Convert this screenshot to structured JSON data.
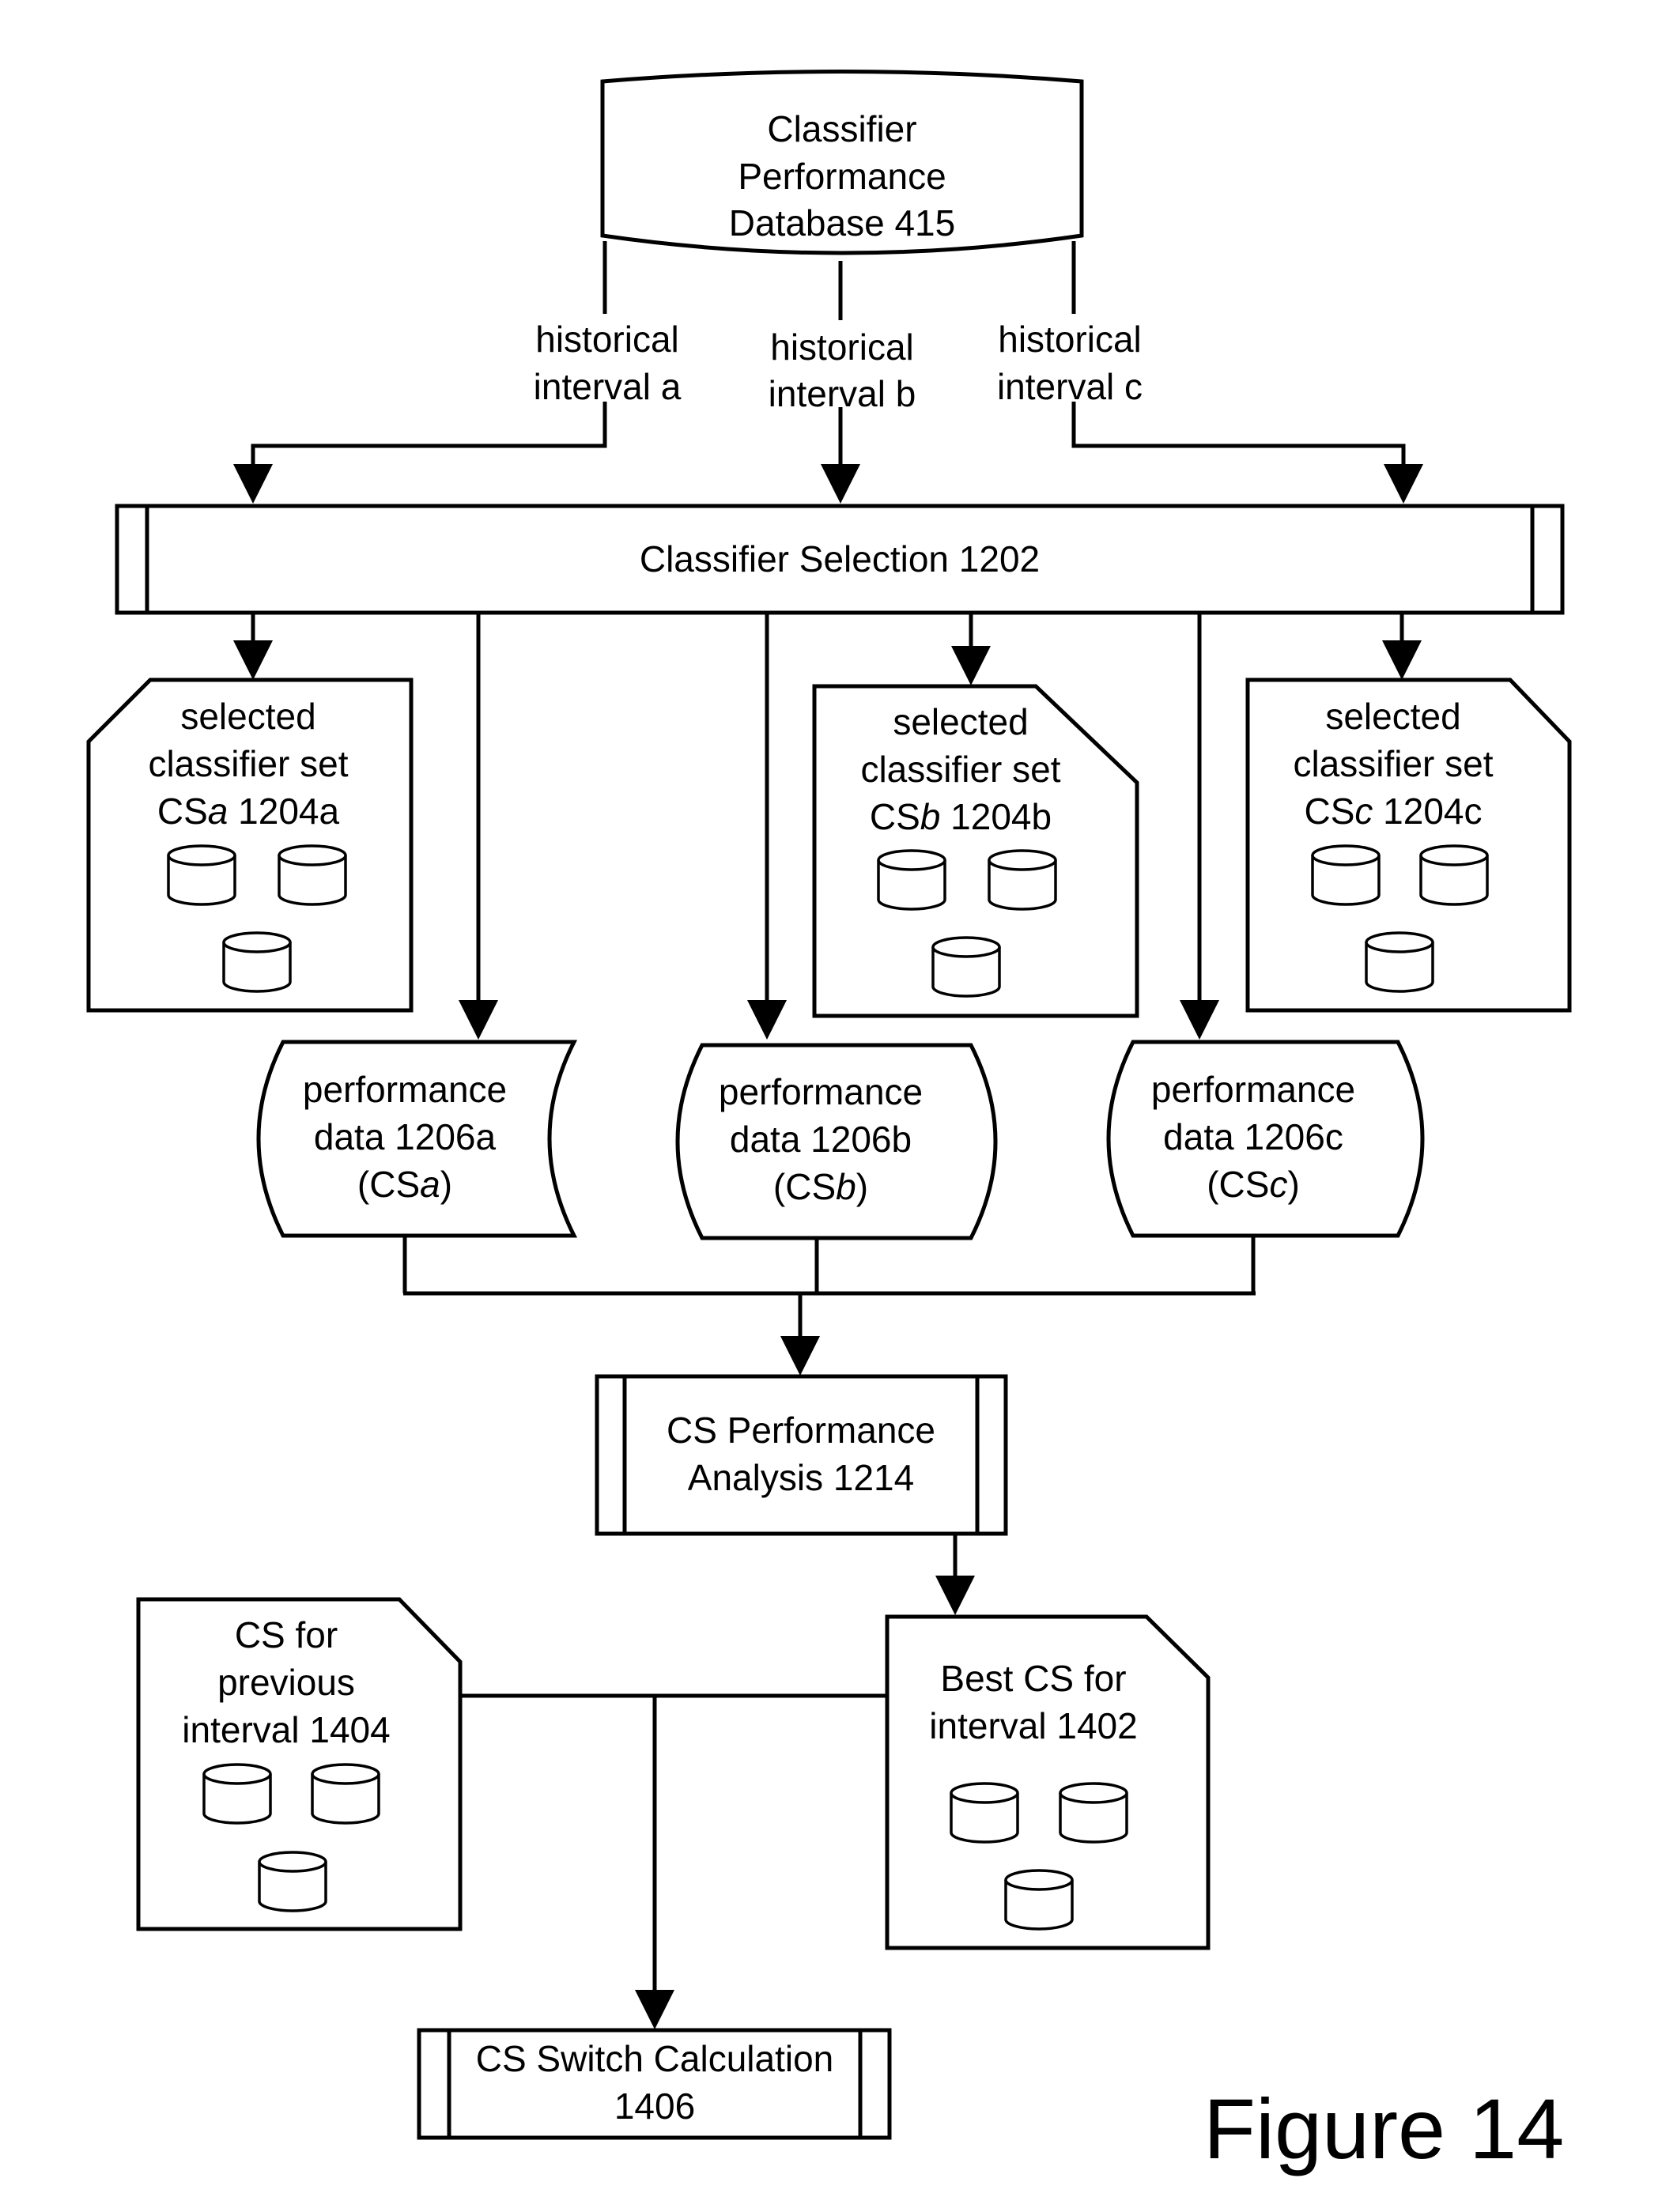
{
  "figure_label": "Figure 14",
  "database": {
    "lines": [
      "Classifier",
      "Performance",
      "Database 415"
    ]
  },
  "intervals": [
    {
      "lines": [
        "historical",
        "interval a"
      ]
    },
    {
      "lines": [
        "historical",
        "interval b"
      ]
    },
    {
      "lines": [
        "historical",
        "interval c"
      ]
    }
  ],
  "classifier_selection": {
    "label": "Classifier Selection 1202"
  },
  "classifier_sets": [
    {
      "line1": "selected",
      "line2": "classifier set",
      "line3_prefix": "CS",
      "line3_italic": "a",
      "line3_suffix": " 1204a"
    },
    {
      "line1": "selected",
      "line2": "classifier set",
      "line3_prefix": "CS",
      "line3_italic": "b",
      "line3_suffix": " 1204b"
    },
    {
      "line1": "selected",
      "line2": "classifier set",
      "line3_prefix": "CS",
      "line3_italic": "c",
      "line3_suffix": " 1204c"
    }
  ],
  "performance_data": [
    {
      "line1": "performance",
      "line2": "data 1206a",
      "line3_prefix": "(CS",
      "line3_italic": "a",
      "line3_suffix": ")"
    },
    {
      "line1": "performance",
      "line2": "data 1206b",
      "line3_prefix": "(CS",
      "line3_italic": "b",
      "line3_suffix": ")"
    },
    {
      "line1": "performance",
      "line2": "data 1206c",
      "line3_prefix": "(CS",
      "line3_italic": "c",
      "line3_suffix": ")"
    }
  ],
  "cs_performance_analysis": {
    "lines": [
      "CS Performance",
      "Analysis 1214"
    ]
  },
  "previous_cs": {
    "lines": [
      "CS for",
      "previous",
      "interval 1404"
    ]
  },
  "best_cs": {
    "lines": [
      "Best CS for",
      "interval 1402"
    ]
  },
  "cs_switch": {
    "lines": [
      "CS Switch Calculation",
      "1406"
    ]
  }
}
